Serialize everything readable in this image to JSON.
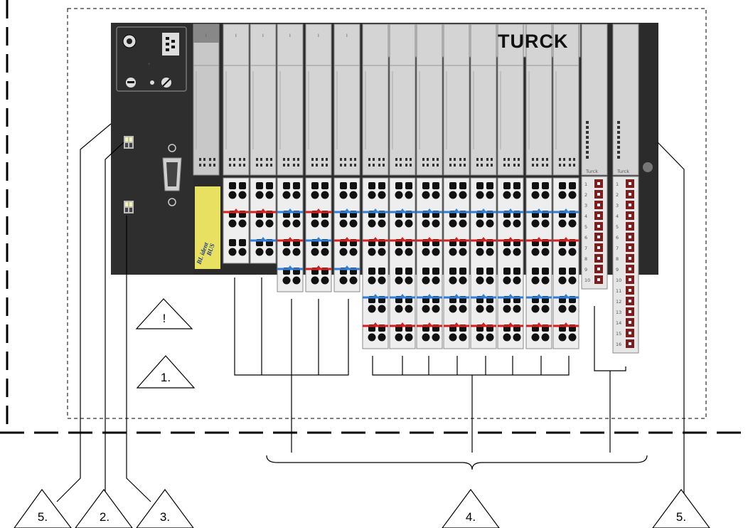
{
  "device": {
    "brand": "TURCK",
    "relay_label": "Turck",
    "slot_marker": "I",
    "relay_numbers": [
      "1",
      "2",
      "3",
      "4",
      "5",
      "6",
      "7",
      "8",
      "9",
      "10",
      "11",
      "12",
      "13",
      "14",
      "15",
      "16"
    ]
  },
  "callouts": [
    {
      "id": "warning",
      "label": "!"
    },
    {
      "id": "power-supply",
      "label": "1."
    },
    {
      "id": "gateway-housing",
      "label": "5."
    },
    {
      "id": "dip-switch-upper",
      "label": "2."
    },
    {
      "id": "dip-switch-lower",
      "label": "3."
    },
    {
      "id": "io-modules",
      "label": "4."
    },
    {
      "id": "end-plate",
      "label": "5."
    }
  ],
  "colors": {
    "line": "#000000",
    "housing": "#2b2b2b",
    "module": "#d4d4d4",
    "module_dark": "#9a9a9a",
    "bus_blue": "#2f7fd6",
    "bus_red": "#d62020",
    "relay": "#7a1e1e",
    "logo_yellow": "#e8e060"
  }
}
